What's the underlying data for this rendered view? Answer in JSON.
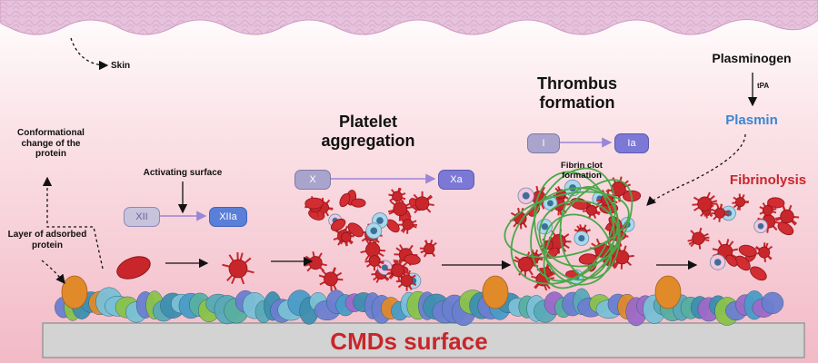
{
  "labels": {
    "skin": "Skin",
    "conformational_change": "Conformational change of the protein",
    "layer_adsorbed": "Layer of adsorbed protein",
    "activating_surface": "Activating surface",
    "platelet_aggregation": "Platelet aggregation",
    "thrombus_formation": "Thrombus formation",
    "fibrin_clot": "Fibrin clot formation",
    "plasminogen": "Plasminogen",
    "tpa": "tPA",
    "plasmin": "Plasmin",
    "fibrinolysis": "Fibrinolysis",
    "surface": "CMDs surface"
  },
  "factors": {
    "xii": "XII",
    "xiia": "XIIa",
    "x": "X",
    "xa": "Xa",
    "i": "I",
    "ia": "Ia"
  },
  "colors": {
    "skin": "#e8c0d8",
    "background_top": "#ffffff",
    "background_bottom": "#f3bcc8",
    "surface_plate": "#d4d4d4",
    "surface_text": "#c8262b",
    "plasmin_text": "#3a86d0",
    "fibrinolysis_text": "#c8262b",
    "platelet": "#c8262b",
    "fibrin": "#4aa84a"
  },
  "icons": [
    "skin-tissue",
    "red-blood-cell",
    "activated-platelet",
    "white-blood-cell",
    "fibrin-mesh",
    "adsorbed-protein"
  ]
}
